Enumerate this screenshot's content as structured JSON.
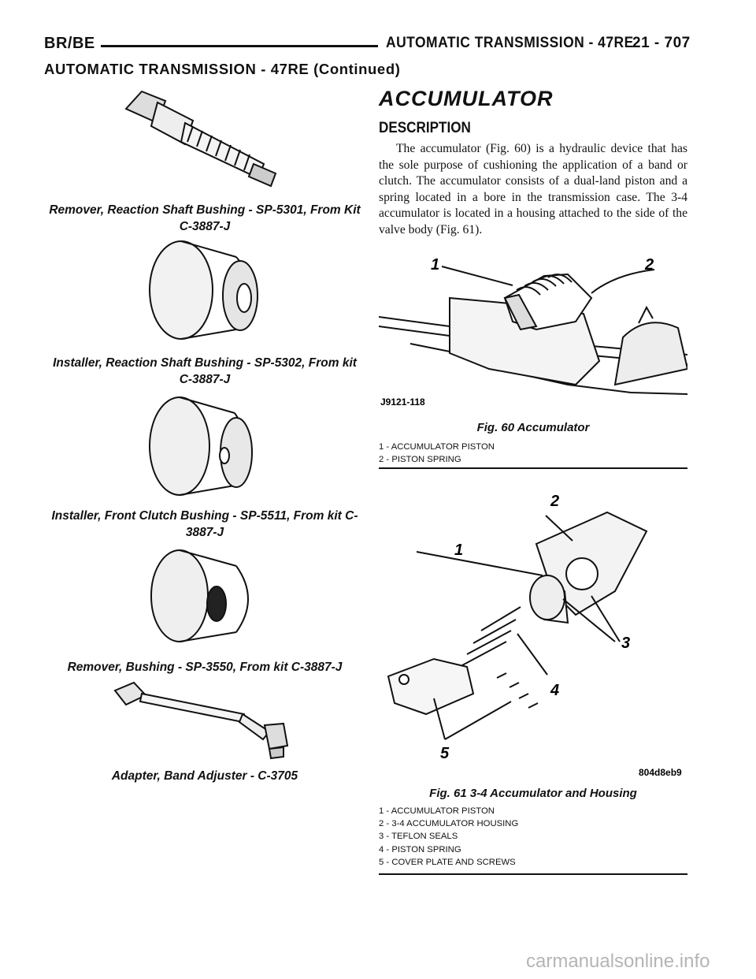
{
  "header": {
    "left": "BR/BE",
    "right_title": "AUTOMATIC TRANSMISSION - 47RE",
    "page_number": "21 - 707"
  },
  "continued_title": "AUTOMATIC TRANSMISSION - 47RE (Continued)",
  "tools": [
    {
      "caption": "Remover, Reaction Shaft Bushing - SP-5301, From Kit C-3887-J",
      "icon": "threaded-remover-icon"
    },
    {
      "caption": "Installer, Reaction Shaft Bushing - SP-5302, From kit C-3887-J",
      "icon": "bushing-installer-icon"
    },
    {
      "caption": "Installer, Front Clutch Bushing - SP-5511, From kit C-3887-J",
      "icon": "clutch-bushing-installer-icon"
    },
    {
      "caption": "Remover, Bushing - SP-3550, From kit C-3887-J",
      "icon": "bushing-remover-icon"
    },
    {
      "caption": "Adapter, Band Adjuster - C-3705",
      "icon": "band-adjuster-adapter-icon"
    }
  ],
  "section": {
    "title": "ACCUMULATOR",
    "subtitle": "DESCRIPTION",
    "paragraph": "The accumulator (Fig. 60) is a hydraulic device that has the sole purpose of cushioning the application of a band or clutch. The accumulator consists of a dual-land piston and a spring located in a bore in the transmission case. The 3-4 accumulator is located in a housing attached to the side of the valve body (Fig. 61)."
  },
  "fig60": {
    "image_code": "J9121-118",
    "callouts": [
      "1",
      "2"
    ],
    "caption": "Fig. 60 Accumulator",
    "legend": [
      "1 - ACCUMULATOR PISTON",
      "2 - PISTON SPRING"
    ]
  },
  "fig61": {
    "image_code": "804d8eb9",
    "callouts": [
      "1",
      "2",
      "3",
      "4",
      "5"
    ],
    "caption": "Fig. 61 3-4 Accumulator and Housing",
    "legend": [
      "1 - ACCUMULATOR PISTON",
      "2 - 3-4 ACCUMULATOR HOUSING",
      "3 - TEFLON SEALS",
      "4 - PISTON SPRING",
      "5 - COVER PLATE AND SCREWS"
    ]
  },
  "watermark": "carmanualsonline.info"
}
